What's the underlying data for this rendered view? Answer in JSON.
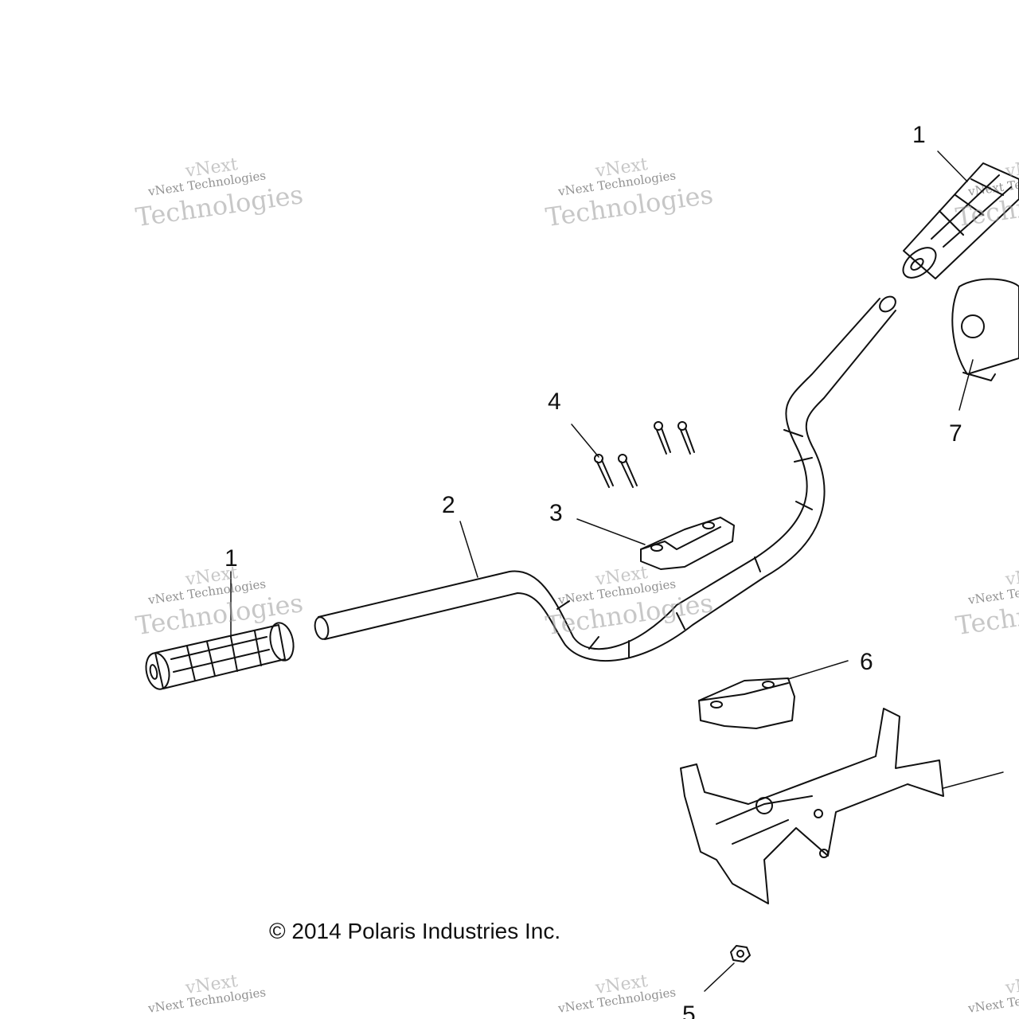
{
  "callouts": {
    "grip_top_right": "1",
    "grip_left": "1",
    "handlebar": "2",
    "clamp_top": "3",
    "bolts": "4",
    "nut": "5",
    "clamp_bottom": "6",
    "end_weight": "7"
  },
  "copyright": "© 2014 Polaris Industries Inc.",
  "watermark": {
    "brand": "vNext",
    "line1": "vNext Technologies",
    "line2": "Technologies"
  }
}
